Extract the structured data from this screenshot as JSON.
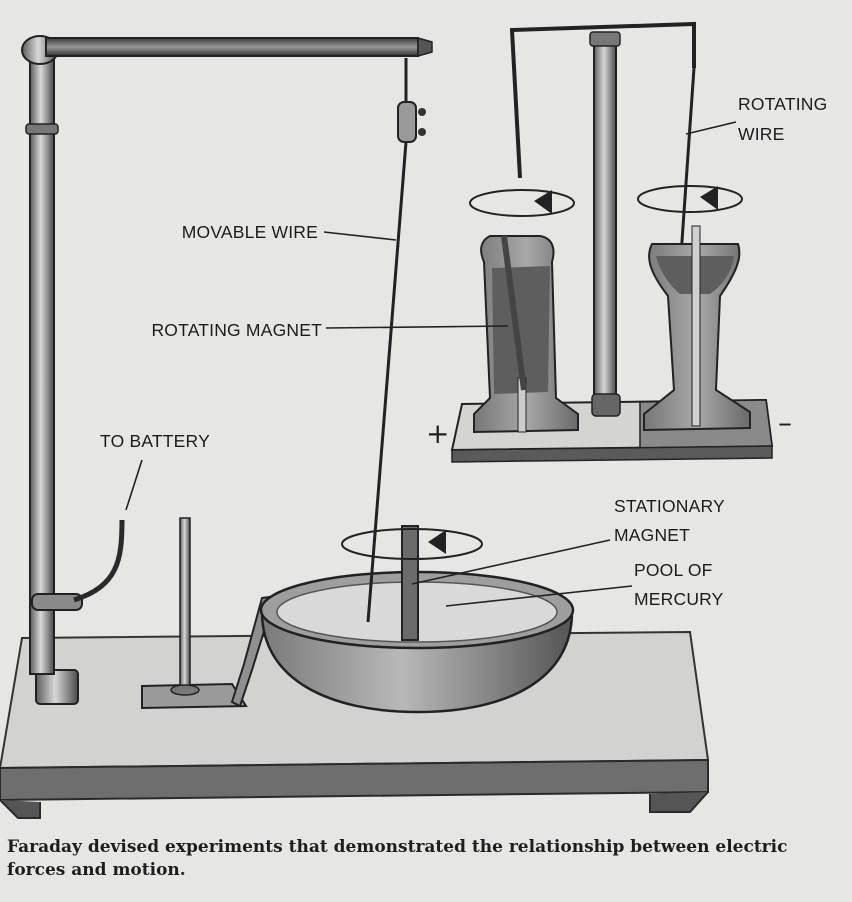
{
  "labels": {
    "movable_wire": "MOVABLE WIRE",
    "rotating_magnet": "ROTATING MAGNET",
    "to_battery": "TO BATTERY",
    "rotating_wire_line1": "ROTATING",
    "rotating_wire_line2": "WIRE",
    "stationary_magnet_line1": "STATIONARY",
    "stationary_magnet_line2": "MAGNET",
    "pool_of_mercury_line1": "POOL OF",
    "pool_of_mercury_line2": "MERCURY",
    "plus_sign": "+",
    "minus_sign": "–"
  },
  "caption": "Faraday devised experiments that demonstrated the relationship between electric forces and motion."
}
